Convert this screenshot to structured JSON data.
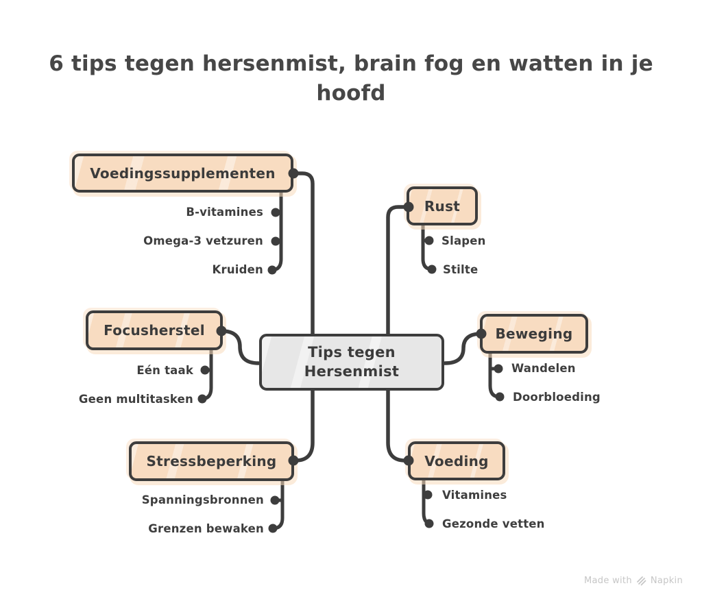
{
  "title": "6 tips tegen hersenmist, brain fog en watten in je hoofd",
  "center": {
    "label": "Tips tegen Hersenmist"
  },
  "branches": [
    {
      "label": "Voedingssupplementen",
      "children": [
        "B-vitamines",
        "Omega-3 vetzuren",
        "Kruiden"
      ]
    },
    {
      "label": "Rust",
      "children": [
        "Slapen",
        "Stilte"
      ]
    },
    {
      "label": "Focusherstel",
      "children": [
        "Eén taak",
        "Geen multitasken"
      ]
    },
    {
      "label": "Beweging",
      "children": [
        "Wandelen",
        "Doorbloeding"
      ]
    },
    {
      "label": "Stressbeperking",
      "children": [
        "Spanningsbronnen",
        "Grenzen bewaken"
      ]
    },
    {
      "label": "Voeding",
      "children": [
        "Vitamines",
        "Gezonde vetten"
      ]
    }
  ],
  "watermark": {
    "prefix": "Made with",
    "brand": "Napkin"
  },
  "colors": {
    "ink": "#3d3d3d",
    "branch_fill": "#f8dcc1",
    "center_fill": "#e7e7e7",
    "background": "#ffffff",
    "watermark_gray": "#c6c6c6"
  }
}
